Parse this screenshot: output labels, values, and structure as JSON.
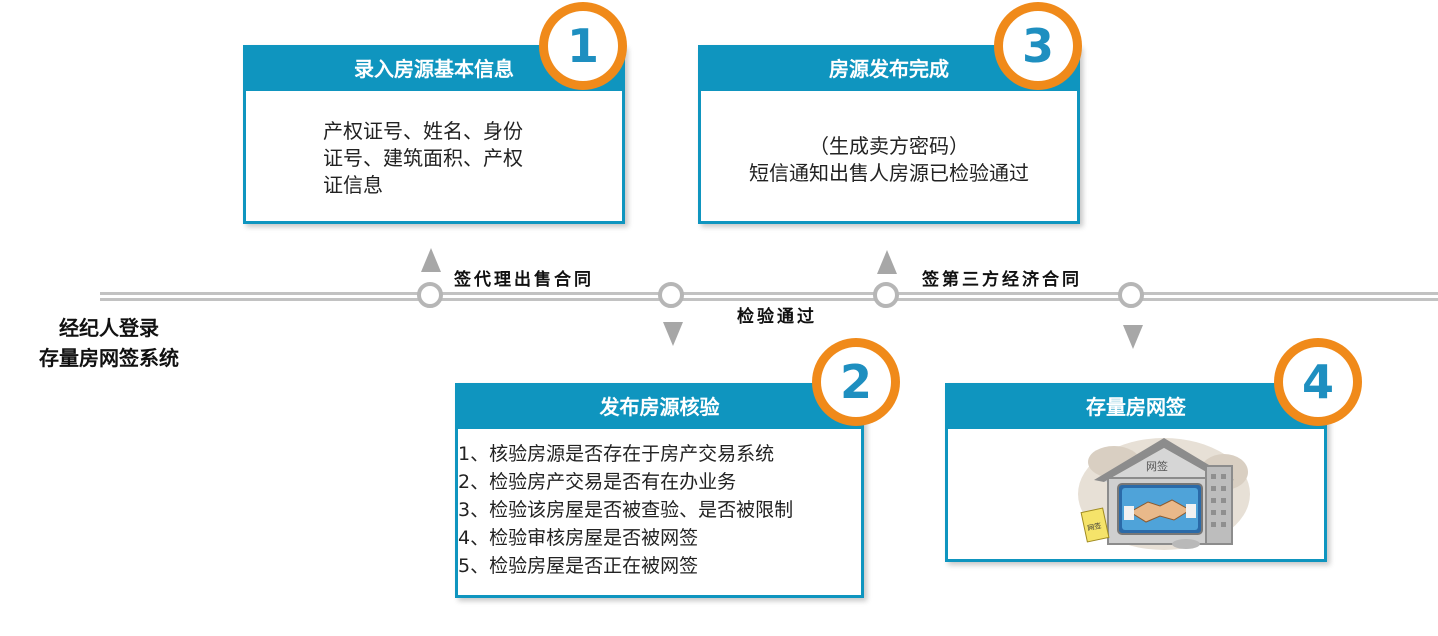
{
  "start": {
    "line1": "经纪人登录",
    "line2": "存量房网签系统"
  },
  "timeline": {
    "label_a": "签代理出售合同",
    "label_b": "检验通过",
    "label_c": "签第三方经济合同"
  },
  "cards": {
    "step1": {
      "number": "1",
      "title": "录入房源基本信息",
      "body": [
        "产权证号、姓名、身份",
        "证号、建筑面积、产权",
        "证信息"
      ]
    },
    "step2": {
      "number": "2",
      "title": "发布房源核验",
      "items": [
        "1、核验房源是否存在于房产交易系统",
        "2、检验房产交易是否有在办业务",
        "3、检验该房屋是否被查验、是否被限制",
        "4、检验审核房屋是否被网签",
        "5、检验房屋是否正在被网签"
      ]
    },
    "step3": {
      "number": "3",
      "title": "房源发布完成",
      "body": [
        "（生成卖方密码）",
        "短信通知出售人房源已检验通过"
      ]
    },
    "step4": {
      "number": "4",
      "title": "存量房网签",
      "image": {
        "house_sign": "网签",
        "stamp": "网签",
        "icon": "handshake-icon"
      }
    }
  },
  "colors": {
    "accent": "#0f95bf",
    "badge": "#f08a1a",
    "line": "#c2c2c2"
  }
}
